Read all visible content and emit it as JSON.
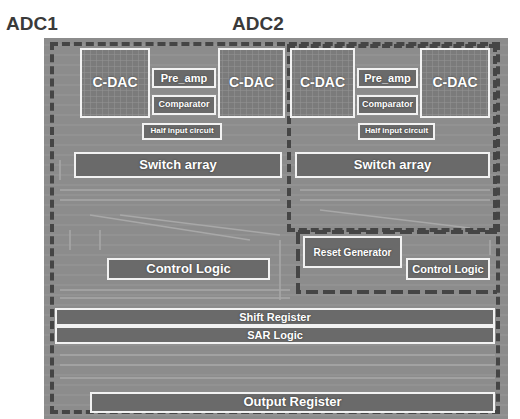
{
  "diagram": {
    "nodes": [
      {
        "text": [
          "ADC1"
        ]
      },
      {
        "text": [
          "C-DAC"
        ],
        "in": 0
      },
      {
        "text": [
          "Pre_amp"
        ],
        "in": 0
      },
      {
        "text": [
          "Comparator"
        ],
        "in": 0
      },
      {
        "text": [
          "C-DAC"
        ],
        "in": 0
      },
      {
        "text": [
          "Half input circuit"
        ],
        "in": 0
      },
      {
        "text": [
          "Switch array"
        ],
        "in": 0
      },
      {
        "text": [
          "ADC2"
        ],
        "in": 0
      },
      {
        "text": [
          "C-DAC"
        ],
        "in": 7
      },
      {
        "text": [
          "Pre_amp"
        ],
        "in": 7
      },
      {
        "text": [
          "Comparator"
        ],
        "in": 7
      },
      {
        "text": [
          "C-DAC"
        ],
        "in": 7
      },
      {
        "text": [
          "Half input circuit"
        ],
        "in": 7
      },
      {
        "text": [
          "Switch array"
        ],
        "in": 7
      },
      {
        "text": [
          "Reset Generator"
        ],
        "in": 0
      },
      {
        "text": [
          "Control Logic"
        ],
        "in": 0
      },
      {
        "text": [
          "Control Logic"
        ],
        "in": 0
      },
      {
        "text": [
          "Shift Register"
        ],
        "in": 0
      },
      {
        "text": [
          "SAR Logic"
        ],
        "in": 0
      },
      {
        "text": [
          "Output Register"
        ],
        "in": 0
      }
    ]
  }
}
